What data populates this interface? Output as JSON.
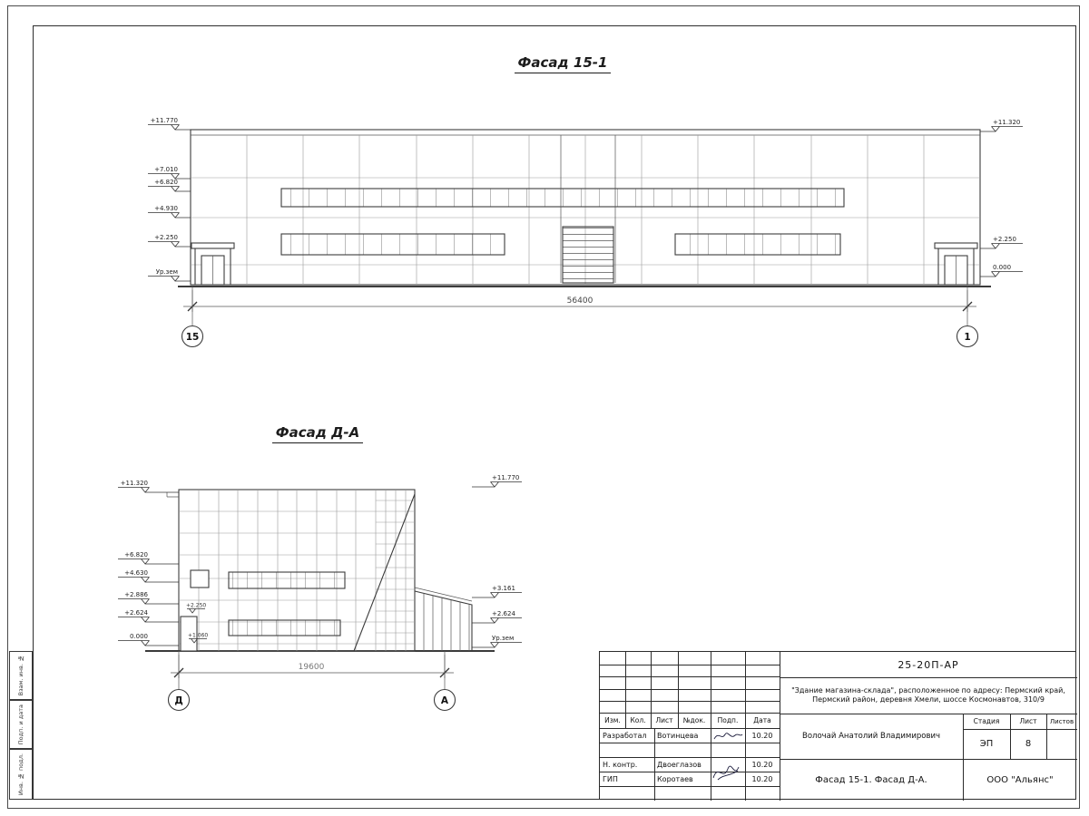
{
  "sheet": {
    "facade1": {
      "title": "Фасад 15-1",
      "dimension": "56400",
      "axis_left": "15",
      "axis_right": "1",
      "levels_left": [
        "+11.770",
        "+7.010",
        "+6.820",
        "+4.930",
        "+2.250",
        "Ур.зем"
      ],
      "levels_right": [
        "+11.320",
        "+2.250",
        "0.000"
      ]
    },
    "facade2": {
      "title": "Фасад Д-А",
      "dimension": "19600",
      "axis_left": "Д",
      "axis_right": "А",
      "levels_left": [
        "+11.320",
        "+6.820",
        "+4.630",
        "+2.886",
        "+2.624",
        "0.000"
      ],
      "levels_right": [
        "+11.770",
        "+3.161",
        "+2.624",
        "Ур.зем"
      ],
      "levels_inner": [
        "+2.250",
        "+1.060"
      ]
    },
    "titleblock": {
      "doc_number": "25-20П-АР",
      "project_line1": "\"Здание магазина-склада\", расположенное по адресу: Пермский край,",
      "project_line2": "Пермский район, деревня Хмели, шоссе Космонавтов, 310/9",
      "header": {
        "izm": "Изм.",
        "kol": "Кол.",
        "list": "Лист",
        "ndok": "№док.",
        "podp": "Подп.",
        "data": "Дата"
      },
      "rows": [
        {
          "role": "Разработал",
          "name": "Вотинцева",
          "date": "10.20"
        },
        {
          "role": "Н. контр.",
          "name": "Двоеглазов",
          "date": "10.20"
        },
        {
          "role": "ГИП",
          "name": "Коротаев",
          "date": "10.20"
        }
      ],
      "author": "Волочай Анатолий Владимирович",
      "stage_label": "Стадия",
      "sheet_label": "Лист",
      "sheets_label": "Листов",
      "stage": "ЭП",
      "sheet_no": "8",
      "drawing_title": "Фасад 15-1. Фасад Д-А.",
      "company": "ООО \"Альянс\""
    },
    "margin_labels": [
      "Взам. инв. №",
      "Подп. и дата",
      "Инв. № подл."
    ]
  }
}
